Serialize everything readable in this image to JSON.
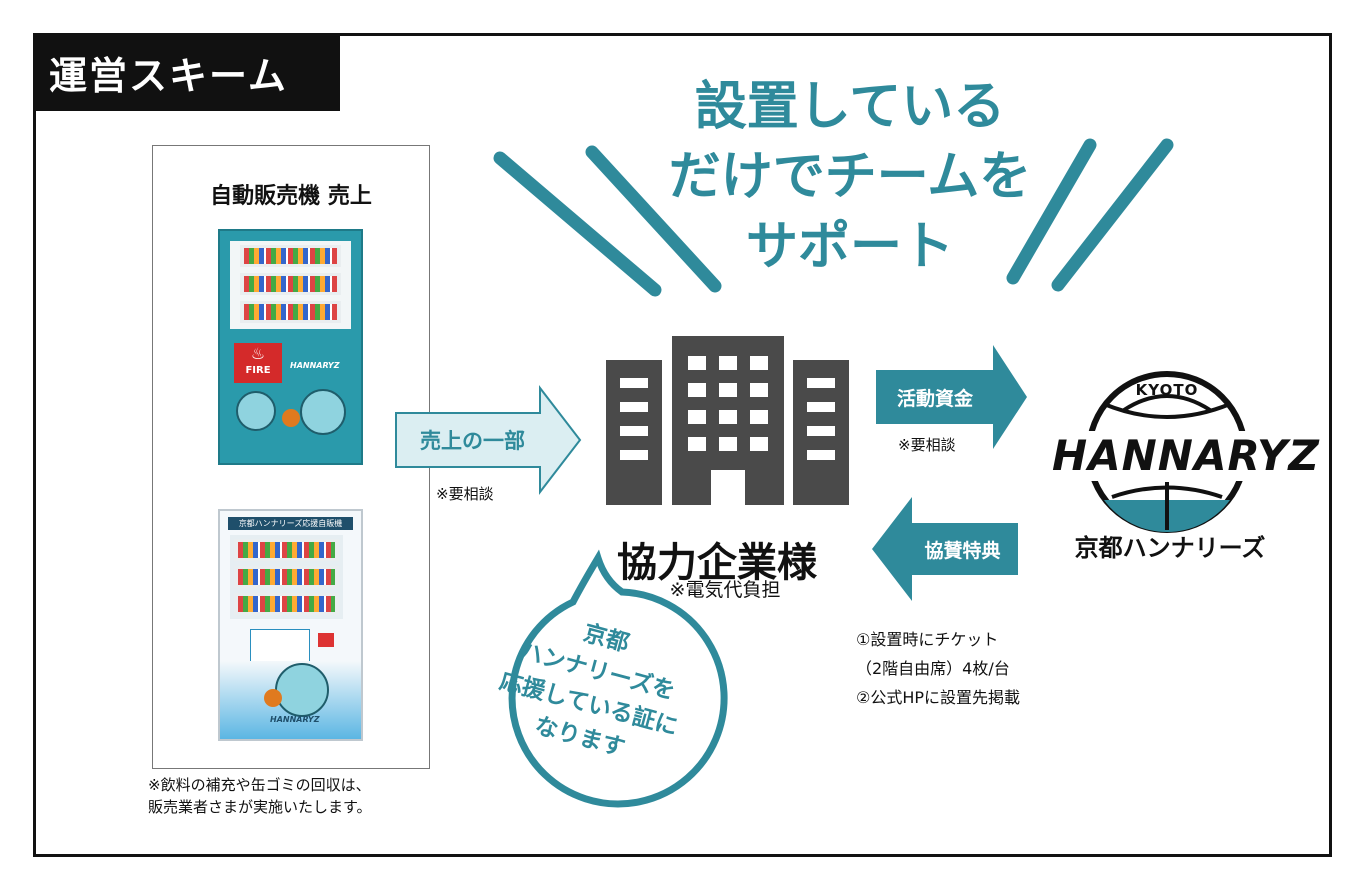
{
  "title": "運営スキーム",
  "headline": {
    "line1": "設置している",
    "line2": "だけでチームを",
    "line3": "サポート"
  },
  "vending_panel": {
    "title": "自動販売機 売上",
    "machine1_brand": "FIRE",
    "machine1_logo": "HANNARYZ",
    "machine2_header": "京都ハンナリーズ応援自販機",
    "machine2_logo": "HANNARYZ",
    "note_line1": "※飲料の補充や缶ゴミの回収は、",
    "note_line2": "販売業者さまが実施いたします。"
  },
  "arrow_sales": {
    "label": "売上の一部",
    "note": "※要相談"
  },
  "company": {
    "name": "協力企業様",
    "note": "※電気代負担"
  },
  "arrow_funds": {
    "label": "活動資金",
    "note": "※要相談"
  },
  "arrow_benefit": {
    "label": "協賛特典"
  },
  "team": {
    "logo_top": "KYOTO",
    "logo_main": "HANNARYZ",
    "name": "京都ハンナリーズ"
  },
  "benefits": [
    "①設置時にチケット",
    "（2階自由席）4枚/台",
    "②公式HPに設置先掲載"
  ],
  "bubble": {
    "line1": "京都",
    "line2": "ハンナリーズを",
    "line3": "応援している証に",
    "line4": "なります"
  },
  "colors": {
    "accent": "#2f8a9b",
    "building": "#4a4a4a",
    "light_arrow": "#dbeef2"
  },
  "icons": {
    "company": "building-icon",
    "team": "basketball-logo"
  }
}
